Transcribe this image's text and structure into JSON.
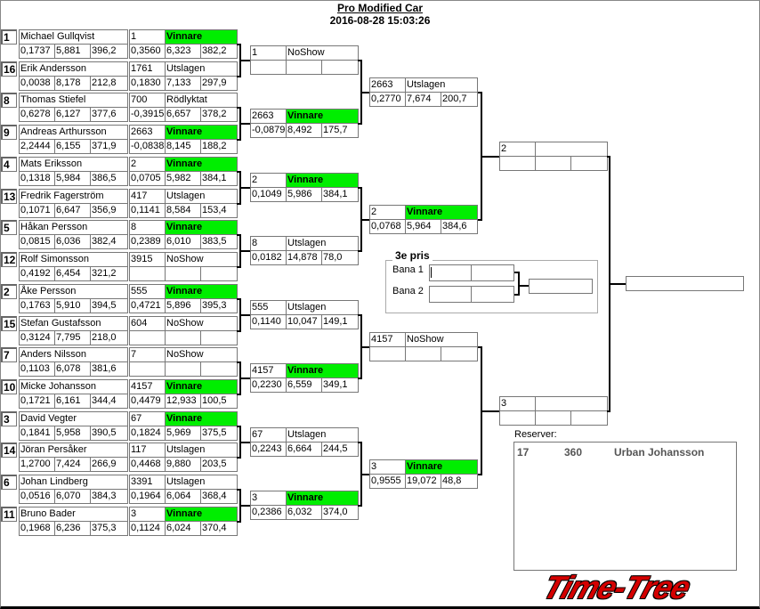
{
  "header": {
    "title": "Pro Modified Car",
    "date": "2016-08-28 15:03:26"
  },
  "colors": {
    "winner": "#00ee00",
    "logo": "#d40000"
  },
  "racers": [
    {
      "seed": "1",
      "name": "Michael Gullqvist",
      "rt": "0,1737",
      "et": "5,881",
      "speed": "396,2"
    },
    {
      "seed": "16",
      "name": "Erik Andersson",
      "rt": "0,0038",
      "et": "8,178",
      "speed": "212,8"
    },
    {
      "seed": "8",
      "name": "Thomas Stiefel",
      "rt": "0,6278",
      "et": "6,127",
      "speed": "377,6"
    },
    {
      "seed": "9",
      "name": "Andreas Arthursson",
      "rt": "2,2444",
      "et": "6,155",
      "speed": "371,9"
    },
    {
      "seed": "4",
      "name": "Mats Eriksson",
      "rt": "0,1318",
      "et": "5,984",
      "speed": "386,5"
    },
    {
      "seed": "13",
      "name": "Fredrik Fagerström",
      "rt": "0,1071",
      "et": "6,647",
      "speed": "356,9"
    },
    {
      "seed": "5",
      "name": "Håkan Persson",
      "rt": "0,0815",
      "et": "6,036",
      "speed": "382,4"
    },
    {
      "seed": "12",
      "name": "Rolf Simonsson",
      "rt": "0,4192",
      "et": "6,454",
      "speed": "321,2"
    },
    {
      "seed": "2",
      "name": "Åke Persson",
      "rt": "0,1763",
      "et": "5,910",
      "speed": "394,5"
    },
    {
      "seed": "15",
      "name": "Stefan Gustafsson",
      "rt": "0,3124",
      "et": "7,795",
      "speed": "218,0"
    },
    {
      "seed": "7",
      "name": "Anders Nilsson",
      "rt": "0,1103",
      "et": "6,078",
      "speed": "381,6"
    },
    {
      "seed": "10",
      "name": "Micke Johansson",
      "rt": "0,1721",
      "et": "6,161",
      "speed": "344,4"
    },
    {
      "seed": "3",
      "name": "David Vegter",
      "rt": "0,1841",
      "et": "5,958",
      "speed": "390,5"
    },
    {
      "seed": "14",
      "name": "Jöran Persåker",
      "rt": "1,2700",
      "et": "7,424",
      "speed": "266,9"
    },
    {
      "seed": "6",
      "name": "Johan Lindberg",
      "rt": "0,0516",
      "et": "6,070",
      "speed": "384,3"
    },
    {
      "seed": "11",
      "name": "Bruno Bader",
      "rt": "0,1968",
      "et": "6,236",
      "speed": "375,3"
    }
  ],
  "round1": [
    {
      "num": "1",
      "status": "Vinnare",
      "rt": "0,3560",
      "et": "6,323",
      "speed": "382,2"
    },
    {
      "num": "1761",
      "status": "Utslagen",
      "rt": "0,1830",
      "et": "7,133",
      "speed": "297,9"
    },
    {
      "num": "700",
      "status": "Rödlyktat",
      "rt": "-0,3915",
      "et": "6,657",
      "speed": "378,2"
    },
    {
      "num": "2663",
      "status": "Vinnare",
      "rt": "-0,0838",
      "et": "8,145",
      "speed": "188,2"
    },
    {
      "num": "2",
      "status": "Vinnare",
      "rt": "0,0705",
      "et": "5,982",
      "speed": "384,1"
    },
    {
      "num": "417",
      "status": "Utslagen",
      "rt": "0,1141",
      "et": "8,584",
      "speed": "153,4"
    },
    {
      "num": "8",
      "status": "Vinnare",
      "rt": "0,2389",
      "et": "6,010",
      "speed": "383,5"
    },
    {
      "num": "3915",
      "status": "NoShow",
      "rt": "",
      "et": "",
      "speed": ""
    },
    {
      "num": "555",
      "status": "Vinnare",
      "rt": "0,4721",
      "et": "5,896",
      "speed": "395,3"
    },
    {
      "num": "604",
      "status": "NoShow",
      "rt": "",
      "et": "",
      "speed": ""
    },
    {
      "num": "7",
      "status": "NoShow",
      "rt": "",
      "et": "",
      "speed": ""
    },
    {
      "num": "4157",
      "status": "Vinnare",
      "rt": "0,4479",
      "et": "12,933",
      "speed": "100,5"
    },
    {
      "num": "67",
      "status": "Vinnare",
      "rt": "0,1824",
      "et": "5,969",
      "speed": "375,5"
    },
    {
      "num": "117",
      "status": "Utslagen",
      "rt": "0,4468",
      "et": "9,880",
      "speed": "203,5"
    },
    {
      "num": "3391",
      "status": "Utslagen",
      "rt": "0,1964",
      "et": "6,064",
      "speed": "368,4"
    },
    {
      "num": "3",
      "status": "Vinnare",
      "rt": "0,1124",
      "et": "6,024",
      "speed": "370,4"
    }
  ],
  "round2": [
    {
      "num": "1",
      "status": "NoShow",
      "rt": "",
      "et": "",
      "speed": ""
    },
    {
      "num": "2663",
      "status": "Vinnare",
      "rt": "-0,0879",
      "et": "8,492",
      "speed": "175,7"
    },
    {
      "num": "2",
      "status": "Vinnare",
      "rt": "0,1049",
      "et": "5,986",
      "speed": "384,1"
    },
    {
      "num": "8",
      "status": "Utslagen",
      "rt": "0,0182",
      "et": "14,878",
      "speed": "78,0"
    },
    {
      "num": "555",
      "status": "Utslagen",
      "rt": "0,1140",
      "et": "10,047",
      "speed": "149,1"
    },
    {
      "num": "4157",
      "status": "Vinnare",
      "rt": "0,2230",
      "et": "6,559",
      "speed": "349,1"
    },
    {
      "num": "67",
      "status": "Utslagen",
      "rt": "0,2243",
      "et": "6,664",
      "speed": "244,5"
    },
    {
      "num": "3",
      "status": "Vinnare",
      "rt": "0,2386",
      "et": "6,032",
      "speed": "374,0"
    }
  ],
  "round3": [
    {
      "num": "2663",
      "status": "Utslagen",
      "rt": "0,2770",
      "et": "7,674",
      "speed": "200,7"
    },
    {
      "num": "2",
      "status": "Vinnare",
      "rt": "0,0768",
      "et": "5,964",
      "speed": "384,6"
    },
    {
      "num": "4157",
      "status": "NoShow",
      "rt": "",
      "et": "",
      "speed": ""
    },
    {
      "num": "3",
      "status": "Vinnare",
      "rt": "0,9555",
      "et": "19,072",
      "speed": "48,8"
    }
  ],
  "round4": [
    {
      "num": "2",
      "status": "",
      "rt": "",
      "et": "",
      "speed": ""
    },
    {
      "num": "3",
      "status": "",
      "rt": "",
      "et": "",
      "speed": ""
    }
  ],
  "final": {
    "winner": ""
  },
  "third_place": {
    "legend": "3e pris",
    "lane1_label": "Bana 1",
    "lane2_label": "Bana 2"
  },
  "reserves": {
    "label": "Reserver:",
    "items": [
      {
        "seed": "17",
        "num": "360",
        "name": "Urban Johansson"
      }
    ]
  },
  "logo": {
    "text": "Time-Tree"
  }
}
